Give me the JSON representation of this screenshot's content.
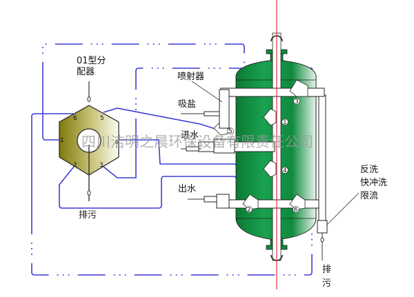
{
  "title": "Softener valve flow diagram",
  "colors": {
    "pipe_line": "#3b3bd6",
    "tank_green": "#0f8a3e",
    "tank_highlight": "#e8f6ec",
    "distributor_olive": "#8f8a16",
    "centerline_red": "#e0202a",
    "watermark": "#9a9a9a"
  },
  "labels": {
    "distributor_line1": "01型分",
    "distributor_line2": "配器",
    "injector": "喷射器",
    "brine_suction": "吸盐",
    "inlet_water": "进水",
    "outlet_water": "出水",
    "drain_left": "排污",
    "backwash_line1": "反洗",
    "backwash_line2": "快冲洗",
    "backwash_line3": "限流",
    "drain_right_line1": "排",
    "drain_right_line2": "污"
  },
  "distributor_ports": [
    "1",
    "2",
    "3",
    "4",
    "5",
    "6"
  ],
  "valve_numbers": [
    "1",
    "2",
    "3",
    "4",
    "5",
    "6"
  ],
  "watermark": "四川洁明之晨环保设备有限责任公司"
}
